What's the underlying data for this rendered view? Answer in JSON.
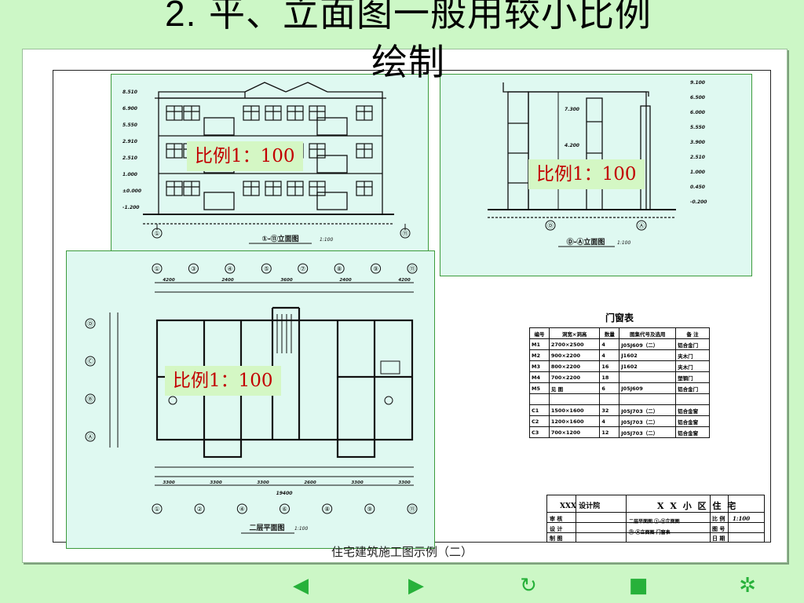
{
  "title": {
    "number": "2.",
    "line1": "平、立面图一般用较小比例",
    "line2": "绘制"
  },
  "panels": {
    "front_elevation": {
      "scale_label": "比例1：100",
      "caption": "①-⑪立面图",
      "caption_scale": "1:100",
      "axis_left": "①",
      "axis_right": "⑪",
      "elev_marks": [
        "8.510",
        "6.900",
        "5.550",
        "2.910",
        "2.510",
        "1.000",
        "±0.000",
        "-1.200"
      ]
    },
    "side_elevation": {
      "scale_label": "比例1：100",
      "caption": "Ⓓ-Ⓐ立面图",
      "caption_scale": "1:100",
      "axis_left": "Ⓓ",
      "axis_right": "Ⓐ",
      "elev_marks_right": [
        "9.100",
        "6.500",
        "6.000",
        "5.550",
        "3.900",
        "2.510",
        "1.000",
        "0.450",
        "-0.200"
      ],
      "elev_marks_left": [
        "7.300",
        "4.200"
      ]
    },
    "floor_plan": {
      "scale_label": "比例1：100",
      "caption": "二层平面图",
      "caption_scale": "1:100",
      "top_axes": [
        "①",
        "③",
        "④",
        "⑤",
        "⑦",
        "⑧",
        "⑨",
        "⑪"
      ],
      "bottom_axes": [
        "①",
        "②",
        "④",
        "⑥",
        "⑧",
        "⑨",
        "⑪"
      ],
      "side_axes": [
        "Ⓓ",
        "Ⓒ",
        "Ⓑ",
        "Ⓐ"
      ],
      "top_dims": [
        "4200",
        "2400",
        "3600",
        "2400",
        "4200"
      ],
      "bottom_dims": [
        "3300",
        "3300",
        "3300",
        "2600",
        "3300",
        "3300"
      ],
      "total_dim": "19400"
    }
  },
  "door_table": {
    "title": "门窗表",
    "headers": [
      "编号",
      "洞宽×洞高",
      "数量",
      "图集代号及选用",
      "备  注"
    ],
    "rows": [
      [
        "M1",
        "2700×2500",
        "4",
        "J05J609（二）",
        "铝合金门"
      ],
      [
        "M2",
        "900×2200",
        "4",
        "J1602",
        "夹木门"
      ],
      [
        "M3",
        "800×2200",
        "16",
        "J1602",
        "夹木门"
      ],
      [
        "M4",
        "700×2200",
        "18",
        "",
        "塑钢门"
      ],
      [
        "M5",
        "见  图",
        "6",
        "J05J609",
        "铝合金门"
      ],
      [
        "",
        "",
        "",
        "",
        ""
      ],
      [
        "C1",
        "1500×1600",
        "32",
        "J05J703（二）",
        "铝合金窗"
      ],
      [
        "C2",
        "1200×1600",
        "4",
        "J05J703（二）",
        "铝合金窗"
      ],
      [
        "C3",
        "700×1200",
        "12",
        "J05J703（二）",
        "铝合金窗"
      ]
    ]
  },
  "title_block": {
    "design_institute": "XXX  设计院",
    "project": "X X 小 区 住 宅",
    "row_labels": [
      "审  核",
      "设  计",
      "制  图"
    ],
    "drawing_line1": "二层平面图 ①-⑪立面图",
    "drawing_line2": "Ⓓ-Ⓐ立面图    门窗表",
    "right_labels": [
      "比 例",
      "图 号",
      "日 期"
    ],
    "scale": "1:100"
  },
  "caption": "住宅建筑施工图示例（二）",
  "nav": {
    "prev": "◀",
    "next": "▶",
    "replay": "↻",
    "stop": "■",
    "menu": "✲"
  },
  "colors": {
    "background": "#ccf7c6",
    "panel": "#dff9f1",
    "scale_text": "#c20000",
    "nav": "#27b13a"
  }
}
